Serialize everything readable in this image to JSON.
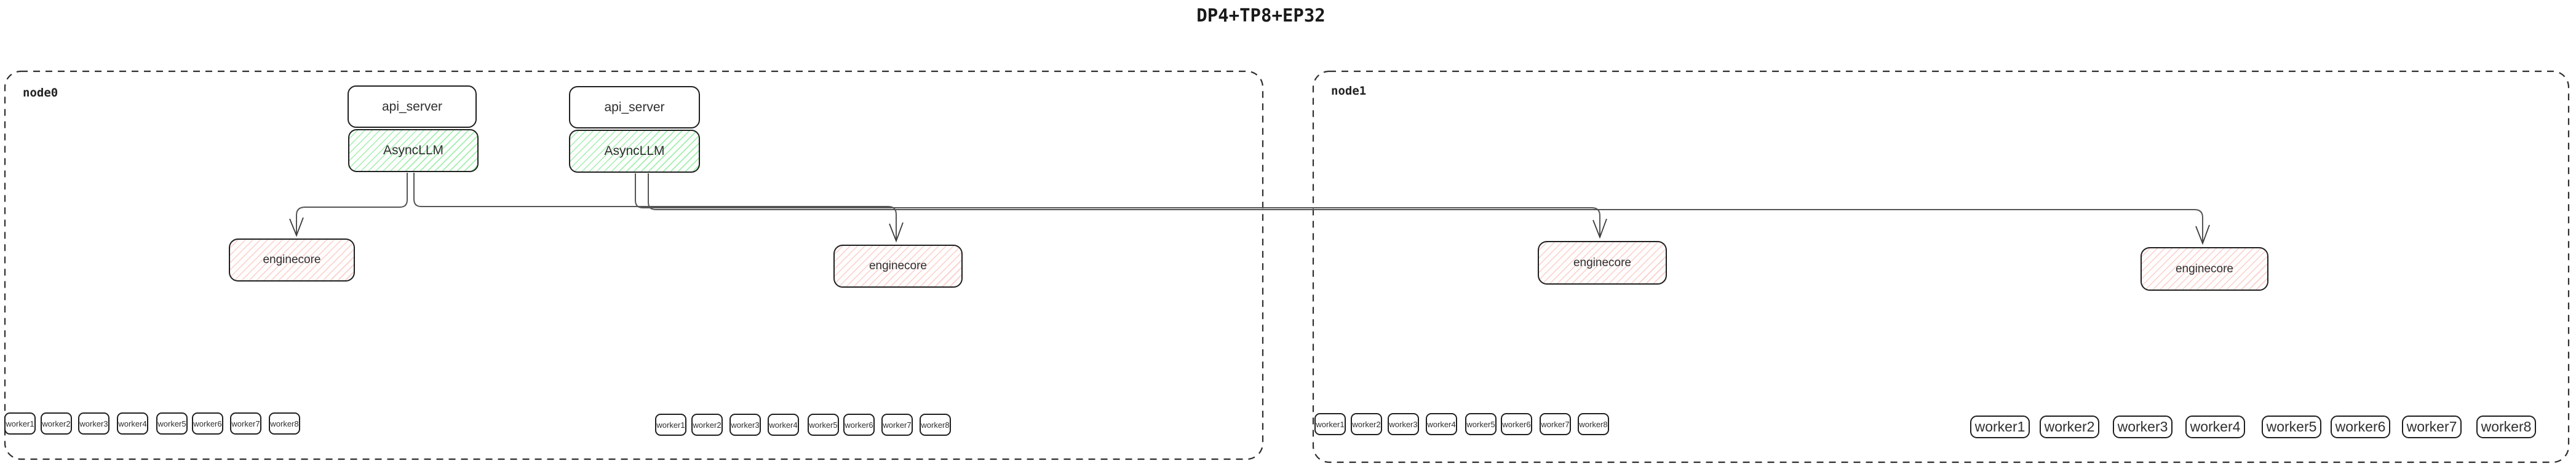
{
  "title": "DP4+TP8+EP32",
  "colors": {
    "async_llm_hatch": "#8ce99a",
    "enginecore_hatch": "#f5a9a0",
    "box_border": "#1f1f1f",
    "node_border": "#2e2e2e",
    "connector": "#555555",
    "text": "#2f2f2f"
  },
  "node0": {
    "label": "node0",
    "pairs": [
      {
        "api_server": "api_server",
        "asyncllm": "AsyncLLM"
      },
      {
        "api_server": "api_server",
        "asyncllm": "AsyncLLM"
      }
    ],
    "enginecores": [
      "enginecore",
      "enginecore"
    ],
    "worker_groups": [
      [
        "worker1",
        "worker2",
        "worker3",
        "worker4",
        "worker5",
        "worker6",
        "worker7",
        "worker8"
      ],
      [
        "worker1",
        "worker2",
        "worker3",
        "worker4",
        "worker5",
        "worker6",
        "worker7",
        "worker8"
      ]
    ]
  },
  "node1": {
    "label": "node1",
    "enginecores": [
      "enginecore",
      "enginecore"
    ],
    "worker_groups": [
      [
        "worker1",
        "worker2",
        "worker3",
        "worker4",
        "worker5",
        "worker6",
        "worker7",
        "worker8"
      ],
      [
        "worker1",
        "worker2",
        "worker3",
        "worker4",
        "worker5",
        "worker6",
        "worker7",
        "worker8"
      ]
    ]
  }
}
